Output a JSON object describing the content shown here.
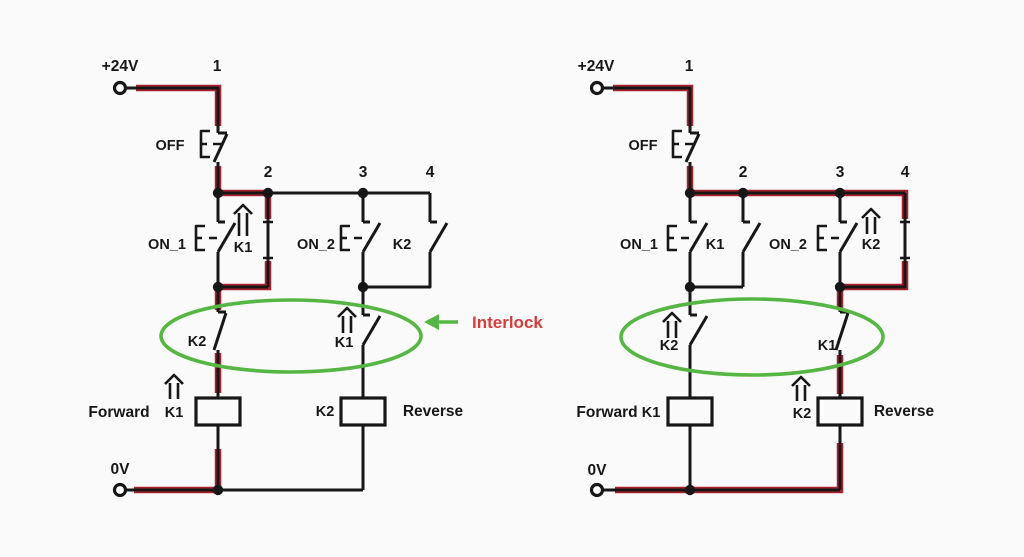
{
  "colors": {
    "background": "#fafafa",
    "wire": "#171717",
    "highlight_red": "#a8232e",
    "green": "#56b644",
    "annotation_red": "#d63c3c"
  },
  "annotation": {
    "interlock": "Interlock"
  },
  "left": {
    "supply": "+24V",
    "ground": "0V",
    "off": "OFF",
    "node1": "1",
    "node2": "2",
    "node3": "3",
    "node4": "4",
    "on1": "ON_1",
    "latch_k1": "K1",
    "on2": "ON_2",
    "latch_k2": "K2",
    "interlock_left": "K2",
    "interlock_right": "K1",
    "forward": "Forward",
    "coil_forward": "K1",
    "coil_reverse": "K2",
    "reverse": "Reverse"
  },
  "right": {
    "supply": "+24V",
    "ground": "0V",
    "off": "OFF",
    "node1": "1",
    "node2": "2",
    "node3": "3",
    "node4": "4",
    "on1": "ON_1",
    "latch_k1": "K1",
    "on2": "ON_2",
    "latch_k2": "K2",
    "interlock_left": "K2",
    "interlock_right": "K1",
    "forward": "Forward",
    "coil_forward": "K1",
    "coil_reverse": "K2",
    "reverse": "Reverse"
  }
}
